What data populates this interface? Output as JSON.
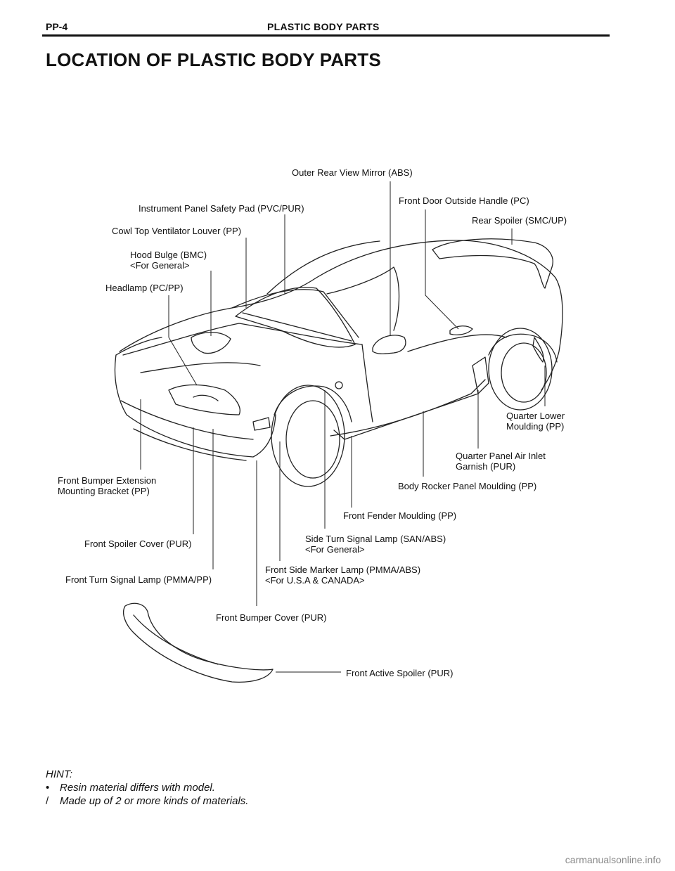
{
  "header": {
    "section_code": "PP-4",
    "section_title": "PLASTIC BODY PARTS"
  },
  "page_title": "LOCATION OF PLASTIC BODY PARTS",
  "diagram": {
    "labels": {
      "outer_rear_view_mirror": "Outer Rear View Mirror (ABS)",
      "front_door_outside_handle": "Front Door Outside Handle (PC)",
      "instrument_panel_safety_pad": "Instrument Panel Safety Pad (PVC/PUR)",
      "rear_spoiler": "Rear Spoiler (SMC/UP)",
      "cowl_top_ventilator_louver": "Cowl Top Ventilator Louver (PP)",
      "hood_bulge_line1": "Hood Bulge (BMC)",
      "hood_bulge_line2": "<For General>",
      "headlamp": "Headlamp (PC/PP)",
      "quarter_lower_moulding_line1": "Quarter Lower",
      "quarter_lower_moulding_line2": "Moulding (PP)",
      "quarter_panel_air_inlet_line1": "Quarter Panel Air Inlet",
      "quarter_panel_air_inlet_line2": "Garnish (PUR)",
      "front_bumper_extension_line1": "Front Bumper Extension",
      "front_bumper_extension_line2": "Mounting Bracket (PP)",
      "body_rocker_panel_moulding": "Body Rocker Panel Moulding (PP)",
      "front_fender_moulding": "Front Fender Moulding (PP)",
      "front_spoiler_cover": "Front Spoiler Cover (PUR)",
      "side_turn_signal_lamp_line1": "Side Turn Signal Lamp (SAN/ABS)",
      "side_turn_signal_lamp_line2": "<For General>",
      "front_turn_signal_lamp": "Front Turn Signal Lamp (PMMA/PP)",
      "front_side_marker_lamp_line1": "Front Side Marker Lamp (PMMA/ABS)",
      "front_side_marker_lamp_line2": "<For U.S.A & CANADA>",
      "front_bumper_cover": "Front Bumper Cover (PUR)",
      "front_active_spoiler": "Front Active Spoiler (PUR)"
    }
  },
  "hint": {
    "title": "HINT:",
    "items": [
      {
        "mark": "•",
        "text": "Resin material differs with model."
      },
      {
        "mark": "/",
        "text": "Made up of 2 or more kinds of materials."
      }
    ]
  },
  "footer": {
    "watermark": "carmanualsonline.info"
  }
}
